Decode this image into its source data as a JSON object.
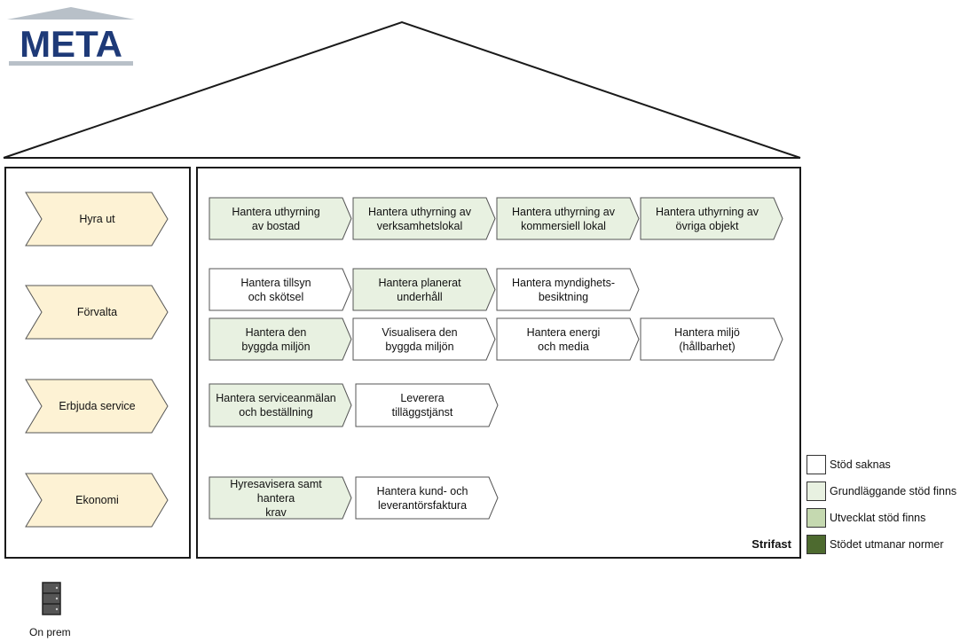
{
  "logo_text": "META",
  "categories": [
    {
      "label": "Hyra ut"
    },
    {
      "label": "Förvalta"
    },
    {
      "label": "Erbjuda service"
    },
    {
      "label": "Ekonomi"
    }
  ],
  "colors": {
    "category_fill": "#fdf2d4",
    "saknas": "#ffffff",
    "grundlaggande": "#e8f1e1",
    "utvecklat": "#c5d9b0",
    "utmanar": "#4d6a2f",
    "border": "#555555"
  },
  "processes": [
    {
      "label": "Hantera uthyrning\nav bostad",
      "status": "grundlaggande"
    },
    {
      "label": "Hantera uthyrning av\nverksamhetslokal",
      "status": "grundlaggande"
    },
    {
      "label": "Hantera uthyrning av\nkommersiell lokal",
      "status": "grundlaggande"
    },
    {
      "label": "Hantera uthyrning av\növriga objekt",
      "status": "grundlaggande"
    },
    {
      "label": "Hantera tillsyn\noch skötsel",
      "status": "saknas"
    },
    {
      "label": "Hantera planerat\nunderhåll",
      "status": "grundlaggande"
    },
    {
      "label": "Hantera myndighets-\nbesiktning",
      "status": "saknas"
    },
    {
      "label": "Hantera den\nbyggda miljön",
      "status": "grundlaggande"
    },
    {
      "label": "Visualisera den\nbyggda miljön",
      "status": "saknas"
    },
    {
      "label": "Hantera energi\noch media",
      "status": "saknas"
    },
    {
      "label": "Hantera miljö\n(hållbarhet)",
      "status": "saknas"
    },
    {
      "label": "Hantera serviceanmälan\noch beställning",
      "status": "grundlaggande"
    },
    {
      "label": "Leverera\ntilläggstjänst",
      "status": "saknas"
    },
    {
      "label": "Hyresavisera samt hantera\nkrav",
      "status": "grundlaggande"
    },
    {
      "label": "Hantera kund- och\nleverantörsfaktura",
      "status": "saknas"
    }
  ],
  "system_name": "Strifast",
  "legend": [
    {
      "label": "Stöd saknas",
      "status": "saknas"
    },
    {
      "label": "Grundläggande stöd finns",
      "status": "grundlaggande"
    },
    {
      "label": "Utvecklat stöd finns",
      "status": "utvecklat"
    },
    {
      "label": "Stödet utmanar normer",
      "status": "utmanar"
    }
  ],
  "onprem_label": "On prem"
}
